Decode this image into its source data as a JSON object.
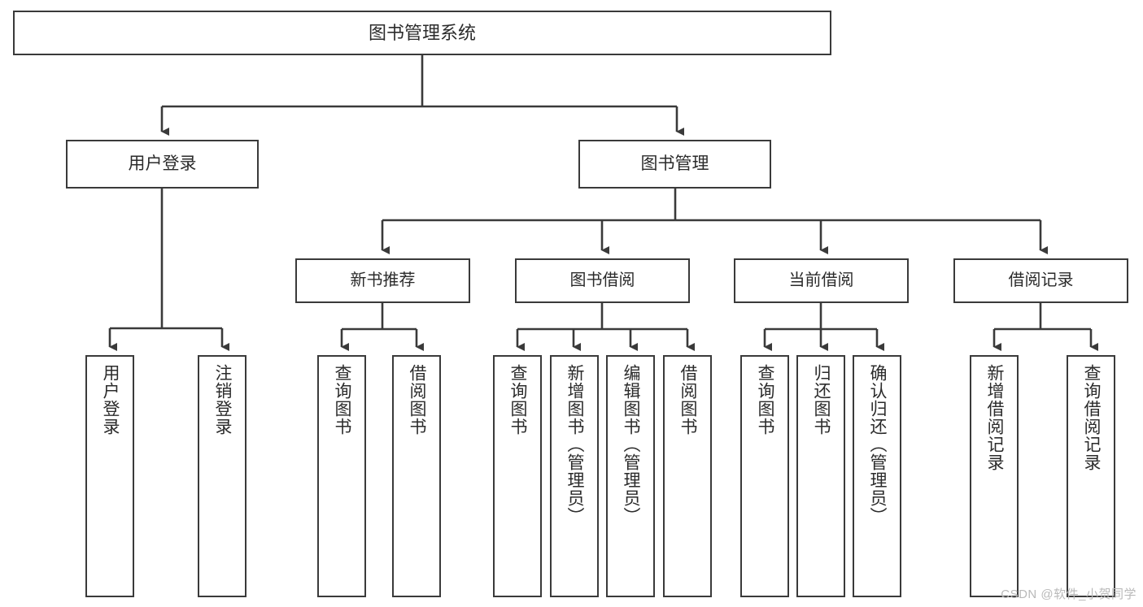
{
  "diagram": {
    "title": "图书管理系统",
    "type": "tree-hierarchy-chart",
    "line_color": "#3a3a3a",
    "text_color": "#2b2b2b",
    "background_color": "#ffffff"
  },
  "watermark": {
    "text": "CSDN @软件_小贺同学",
    "color": "#b9b9b9"
  },
  "nodes": {
    "root": {
      "label": "图书管理系统"
    },
    "level1": [
      {
        "id": "user-login",
        "label": "用户登录"
      },
      {
        "id": "book-manage",
        "label": "图书管理"
      }
    ],
    "level2": [
      {
        "id": "new-book-recommend",
        "label": "新书推荐"
      },
      {
        "id": "book-borrow",
        "label": "图书借阅"
      },
      {
        "id": "current-borrow",
        "label": "当前借阅"
      },
      {
        "id": "borrow-record",
        "label": "借阅记录"
      }
    ],
    "leaves": {
      "user_login": [
        {
          "id": "leaf-user-login",
          "label": "用户登录"
        },
        {
          "id": "leaf-logout-login",
          "label": "注销登录"
        }
      ],
      "new_book_recommend": [
        {
          "id": "leaf-query-book-1",
          "label": "查询图书"
        },
        {
          "id": "leaf-borrow-book-1",
          "label": "借阅图书"
        }
      ],
      "book_borrow": [
        {
          "id": "leaf-query-book-2",
          "label": "查询图书"
        },
        {
          "id": "leaf-add-book",
          "label": "新增图书（管理员）"
        },
        {
          "id": "leaf-edit-book",
          "label": "编辑图书（管理员）"
        },
        {
          "id": "leaf-borrow-book-2",
          "label": "借阅图书"
        }
      ],
      "current_borrow": [
        {
          "id": "leaf-query-book-3",
          "label": "查询图书"
        },
        {
          "id": "leaf-return-book",
          "label": "归还图书"
        },
        {
          "id": "leaf-confirm-return",
          "label": "确认归还（管理员）"
        }
      ],
      "borrow_record": [
        {
          "id": "leaf-add-record",
          "label": "新增借阅记录"
        },
        {
          "id": "leaf-query-record",
          "label": "查询借阅记录"
        }
      ]
    }
  }
}
